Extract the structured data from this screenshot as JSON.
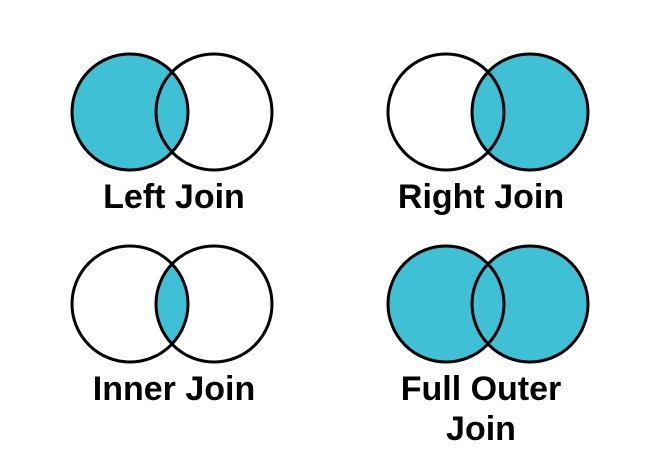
{
  "figure_type": "venn-join-diagrams",
  "colors": {
    "shaded_fill": "#40C0D5",
    "unshaded_fill": "none",
    "outline_stroke": "#000000",
    "label_text": "#000000",
    "background": "#FFFFFF"
  },
  "diagrams": [
    {
      "id": "left-join",
      "label": "Left Join",
      "shaded_regions": [
        "left-circle",
        "intersection"
      ],
      "left_fill": "#40C0D5",
      "right_fill": "none",
      "intersection_fill": "none"
    },
    {
      "id": "right-join",
      "label": "Right Join",
      "shaded_regions": [
        "right-circle",
        "intersection"
      ],
      "left_fill": "none",
      "right_fill": "#40C0D5",
      "intersection_fill": "none"
    },
    {
      "id": "inner-join",
      "label": "Inner Join",
      "shaded_regions": [
        "intersection"
      ],
      "left_fill": "none",
      "right_fill": "none",
      "intersection_fill": "#40C0D5"
    },
    {
      "id": "full-outer-join",
      "label": "Full Outer Join",
      "shaded_regions": [
        "left-circle",
        "right-circle",
        "intersection"
      ],
      "left_fill": "#40C0D5",
      "right_fill": "#40C0D5",
      "intersection_fill": "none"
    }
  ]
}
